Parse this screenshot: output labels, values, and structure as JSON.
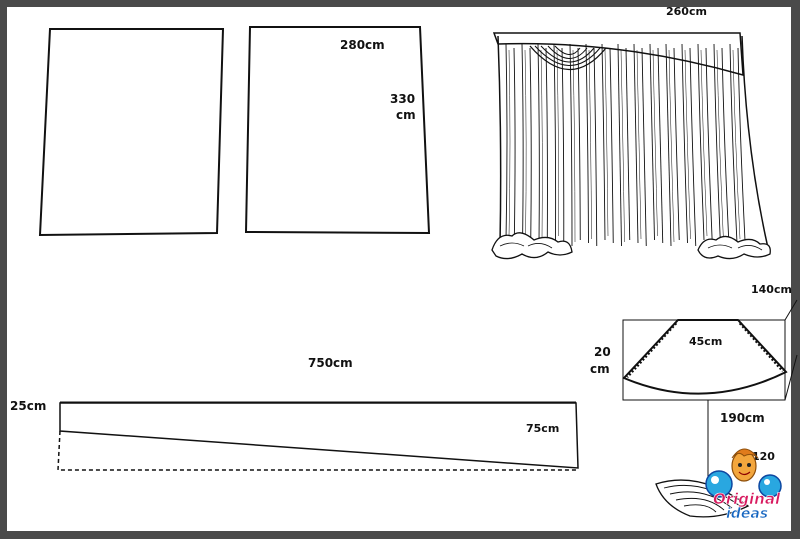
{
  "panel_b": {
    "width_label": "280cm",
    "height_value": "330",
    "height_unit": "cm"
  },
  "curtain": {
    "width_label": "260cm"
  },
  "valance_top": {
    "width_label": "750cm",
    "left_height_label": "25cm",
    "right_height_label": "75cm"
  },
  "swag": {
    "top_label": "45cm",
    "right_label": "140cm",
    "side_value": "20",
    "side_unit": "cm",
    "bottom_label": "190cm",
    "lower_label": "120"
  },
  "logo": {
    "line1": "Original",
    "line2": "ideas"
  },
  "colors": {
    "line": "#111111",
    "frame": "#4a4a4a",
    "logo_blue": "#1565c0",
    "logo_red": "#d81b60"
  }
}
